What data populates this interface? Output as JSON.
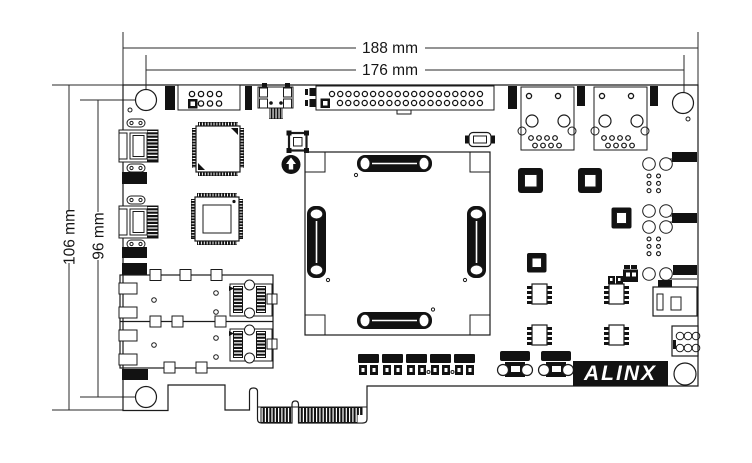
{
  "figure": {
    "type": "technical-dimension-drawing",
    "subject": "FPGA development board (PCIe card) top-view outline with components",
    "background_color": "#ffffff",
    "line_color": "#1b1b1b"
  },
  "dimensions": {
    "board_width": "188 mm",
    "hole_span_width": "176 mm",
    "board_height": "106 mm",
    "hole_span_height": "96 mm"
  },
  "logo": {
    "text": "ALINX",
    "bg_color": "#000000",
    "text_color": "#ffffff"
  }
}
